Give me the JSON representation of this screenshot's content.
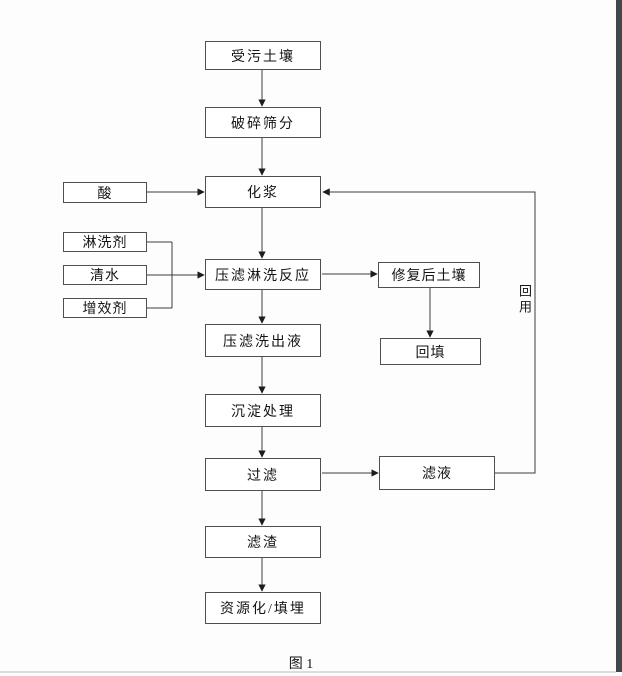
{
  "figure": {
    "caption": "图 1",
    "reuse_label": "回用",
    "nodes": {
      "contaminated_soil": "受污土壤",
      "crush_screen": "破碎筛分",
      "slurry": "化浆",
      "acid": "酸",
      "washing_agent": "淋洗剂",
      "clean_water": "清水",
      "synergist": "增效剂",
      "filter_wash_reaction": "压滤淋洗反应",
      "remediated_soil": "修复后土壤",
      "backfill": "回填",
      "filter_washout_liquid": "压滤洗出液",
      "precipitation_treatment": "沉淀处理",
      "filtration": "过滤",
      "filtrate": "滤液",
      "filter_residue": "滤渣",
      "resource_or_landfill": "资源化/填埋"
    },
    "edges": [
      {
        "from": "受污土壤",
        "to": "破碎筛分"
      },
      {
        "from": "破碎筛分",
        "to": "化浆"
      },
      {
        "from": "酸",
        "to": "化浆"
      },
      {
        "from": "化浆",
        "to": "压滤淋洗反应"
      },
      {
        "from": "淋洗剂",
        "to": "压滤淋洗反应"
      },
      {
        "from": "清水",
        "to": "压滤淋洗反应"
      },
      {
        "from": "增效剂",
        "to": "压滤淋洗反应"
      },
      {
        "from": "压滤淋洗反应",
        "to": "修复后土壤"
      },
      {
        "from": "修复后土壤",
        "to": "回填"
      },
      {
        "from": "压滤淋洗反应",
        "to": "压滤洗出液"
      },
      {
        "from": "压滤洗出液",
        "to": "沉淀处理"
      },
      {
        "from": "沉淀处理",
        "to": "过滤"
      },
      {
        "from": "过滤",
        "to": "滤液"
      },
      {
        "from": "滤液",
        "to": "化浆",
        "label": "回用"
      },
      {
        "from": "过滤",
        "to": "滤渣"
      },
      {
        "from": "滤渣",
        "to": "资源化/填埋"
      }
    ],
    "colors": {
      "box_border": "#4f4f4f",
      "line": "#3d3d3d",
      "text": "#141414",
      "scrollbar": "#43474b"
    }
  }
}
